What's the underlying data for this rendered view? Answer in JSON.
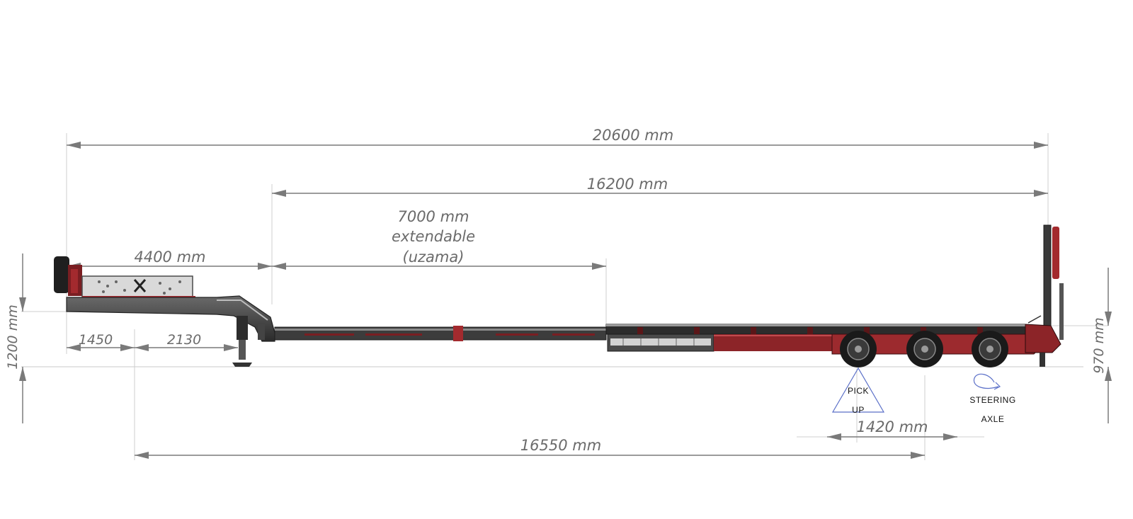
{
  "dimensions": {
    "overall_length": "20600 mm",
    "deck_length": "16200 mm",
    "extendable_line1": "7000 mm",
    "extendable_line2": "extendable",
    "extendable_line3": "(uzama)",
    "gooseneck_length": "4400 mm",
    "king_pin_offset": "1450",
    "gooseneck_to_leg": "2130",
    "wheelbase": "16550 mm",
    "axle_spacing": "1420 mm",
    "front_height": "1200 mm",
    "rear_height": "970 mm"
  },
  "labels": {
    "pickup_line1": "PICK",
    "pickup_line2": "UP",
    "steering_line1": "STEERING",
    "steering_line2": "AXLE"
  },
  "colors": {
    "dimension": "#7a7a7a",
    "frame": "#3a3a3a",
    "accent": "#a32a2e",
    "marker": "#5a6fc8"
  }
}
